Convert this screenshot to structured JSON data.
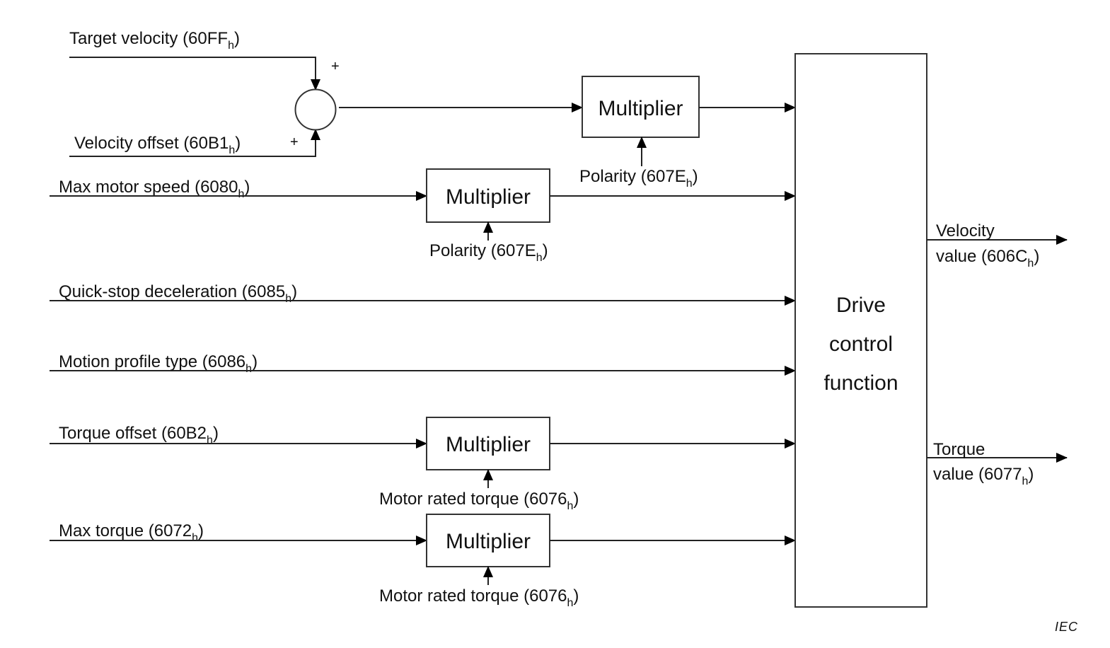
{
  "diagram": {
    "inputs": {
      "target_velocity": {
        "label": "Target velocity (60FF",
        "sub": "h",
        "close": ")"
      },
      "velocity_offset": {
        "label": "Velocity offset (60B1",
        "sub": "h",
        "close": ")"
      },
      "max_motor_speed": {
        "label": "Max motor speed (6080",
        "sub": "h",
        "close": ")"
      },
      "quick_stop_deceleration": {
        "label": "Quick-stop deceleration (6085",
        "sub": "h",
        "close": ")"
      },
      "motion_profile_type": {
        "label": "Motion profile type (6086",
        "sub": "h",
        "close": ")"
      },
      "torque_offset": {
        "label": "Torque offset (60B2",
        "sub": "h",
        "close": ")"
      },
      "max_torque": {
        "label": "Max torque (6072",
        "sub": "h",
        "close": ")"
      }
    },
    "summing_junction": {
      "plus_top": "+",
      "plus_bottom": "+"
    },
    "multipliers": [
      {
        "label": "Multiplier",
        "factor": {
          "label": "Polarity (607E",
          "sub": "h",
          "close": ")"
        }
      },
      {
        "label": "Multiplier",
        "factor": {
          "label": "Polarity (607E",
          "sub": "h",
          "close": ")"
        }
      },
      {
        "label": "Multiplier",
        "factor": {
          "label": "Motor rated torque (6076",
          "sub": "h",
          "close": ")"
        }
      },
      {
        "label": "Multiplier",
        "factor": {
          "label": "Motor rated torque (6076",
          "sub": "h",
          "close": ")"
        }
      }
    ],
    "drive_block": {
      "line1": "Drive",
      "line2": "control",
      "line3": "function"
    },
    "outputs": {
      "velocity": {
        "line1": "Velocity",
        "line2": "value (606C",
        "sub": "h",
        "close": ")"
      },
      "torque": {
        "line1": "Torque",
        "line2": "value (6077",
        "sub": "h",
        "close": ")"
      }
    },
    "source_mark": "IEC"
  }
}
